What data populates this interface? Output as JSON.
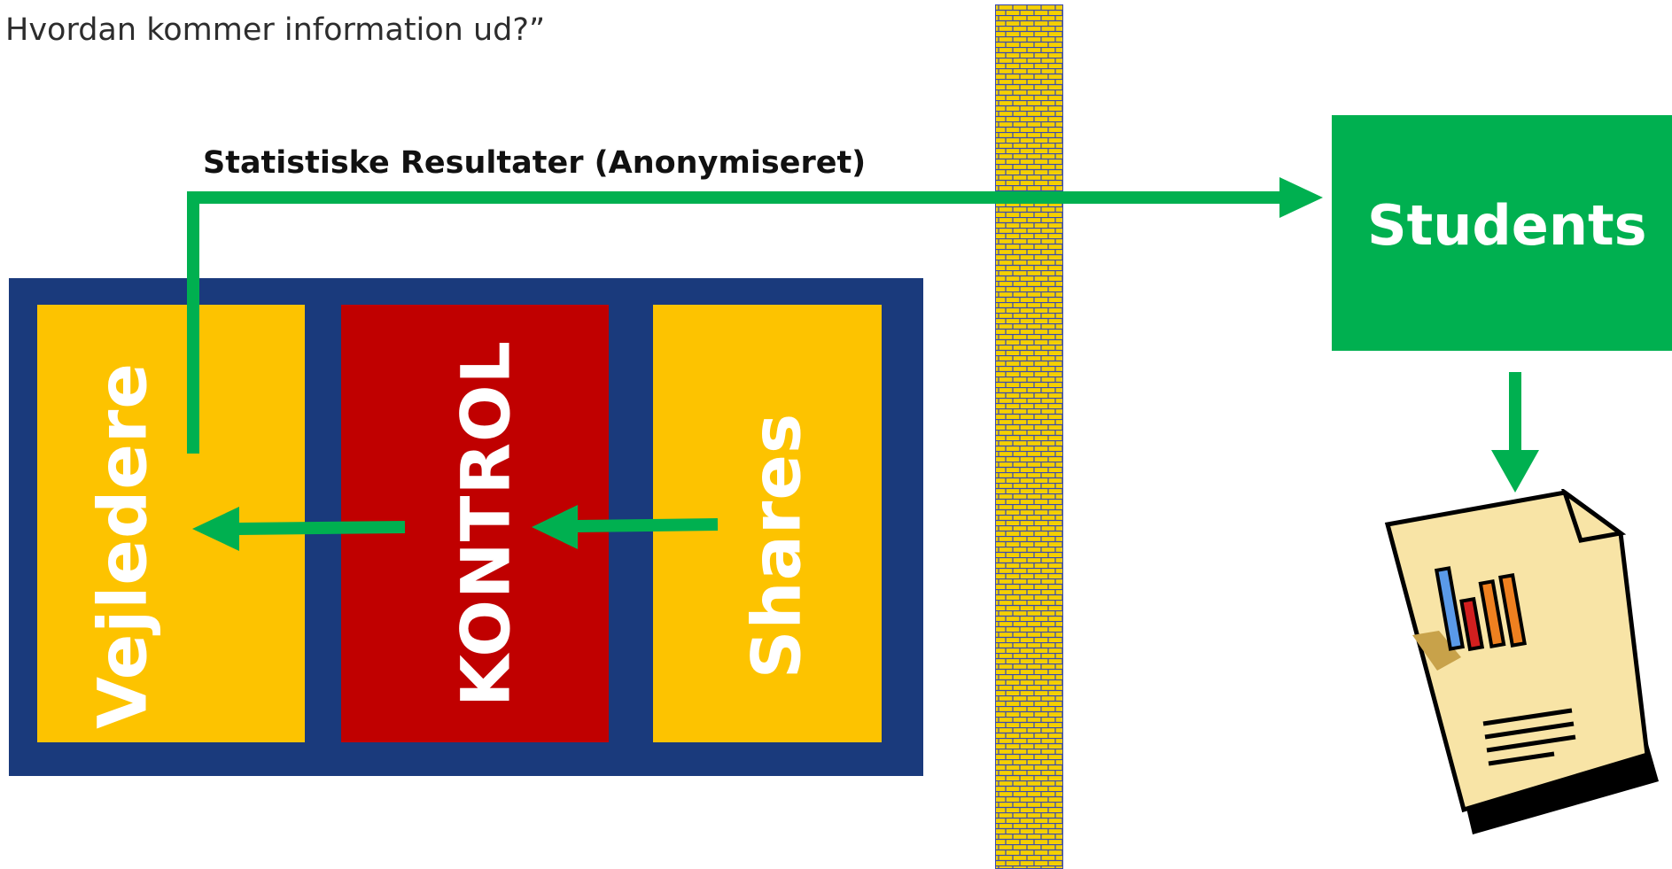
{
  "heading": "Hvordan kommer information ud?”",
  "arrow_label": "Statistiske Resultater (Anonymiseret)",
  "panels": {
    "vejledere": "Vejledere",
    "kontrol": "KONTROL",
    "shares": "Shares"
  },
  "students": "Students",
  "colors": {
    "navy": "#1a3a7c",
    "yellow": "#fdc300",
    "red": "#c00000",
    "green": "#00b050",
    "arrow_green": "#00b050",
    "wall_yellow": "#f5d000",
    "wall_blue": "#3a4ab0"
  },
  "icons": [
    "firewall-icon",
    "report-document-icon"
  ]
}
